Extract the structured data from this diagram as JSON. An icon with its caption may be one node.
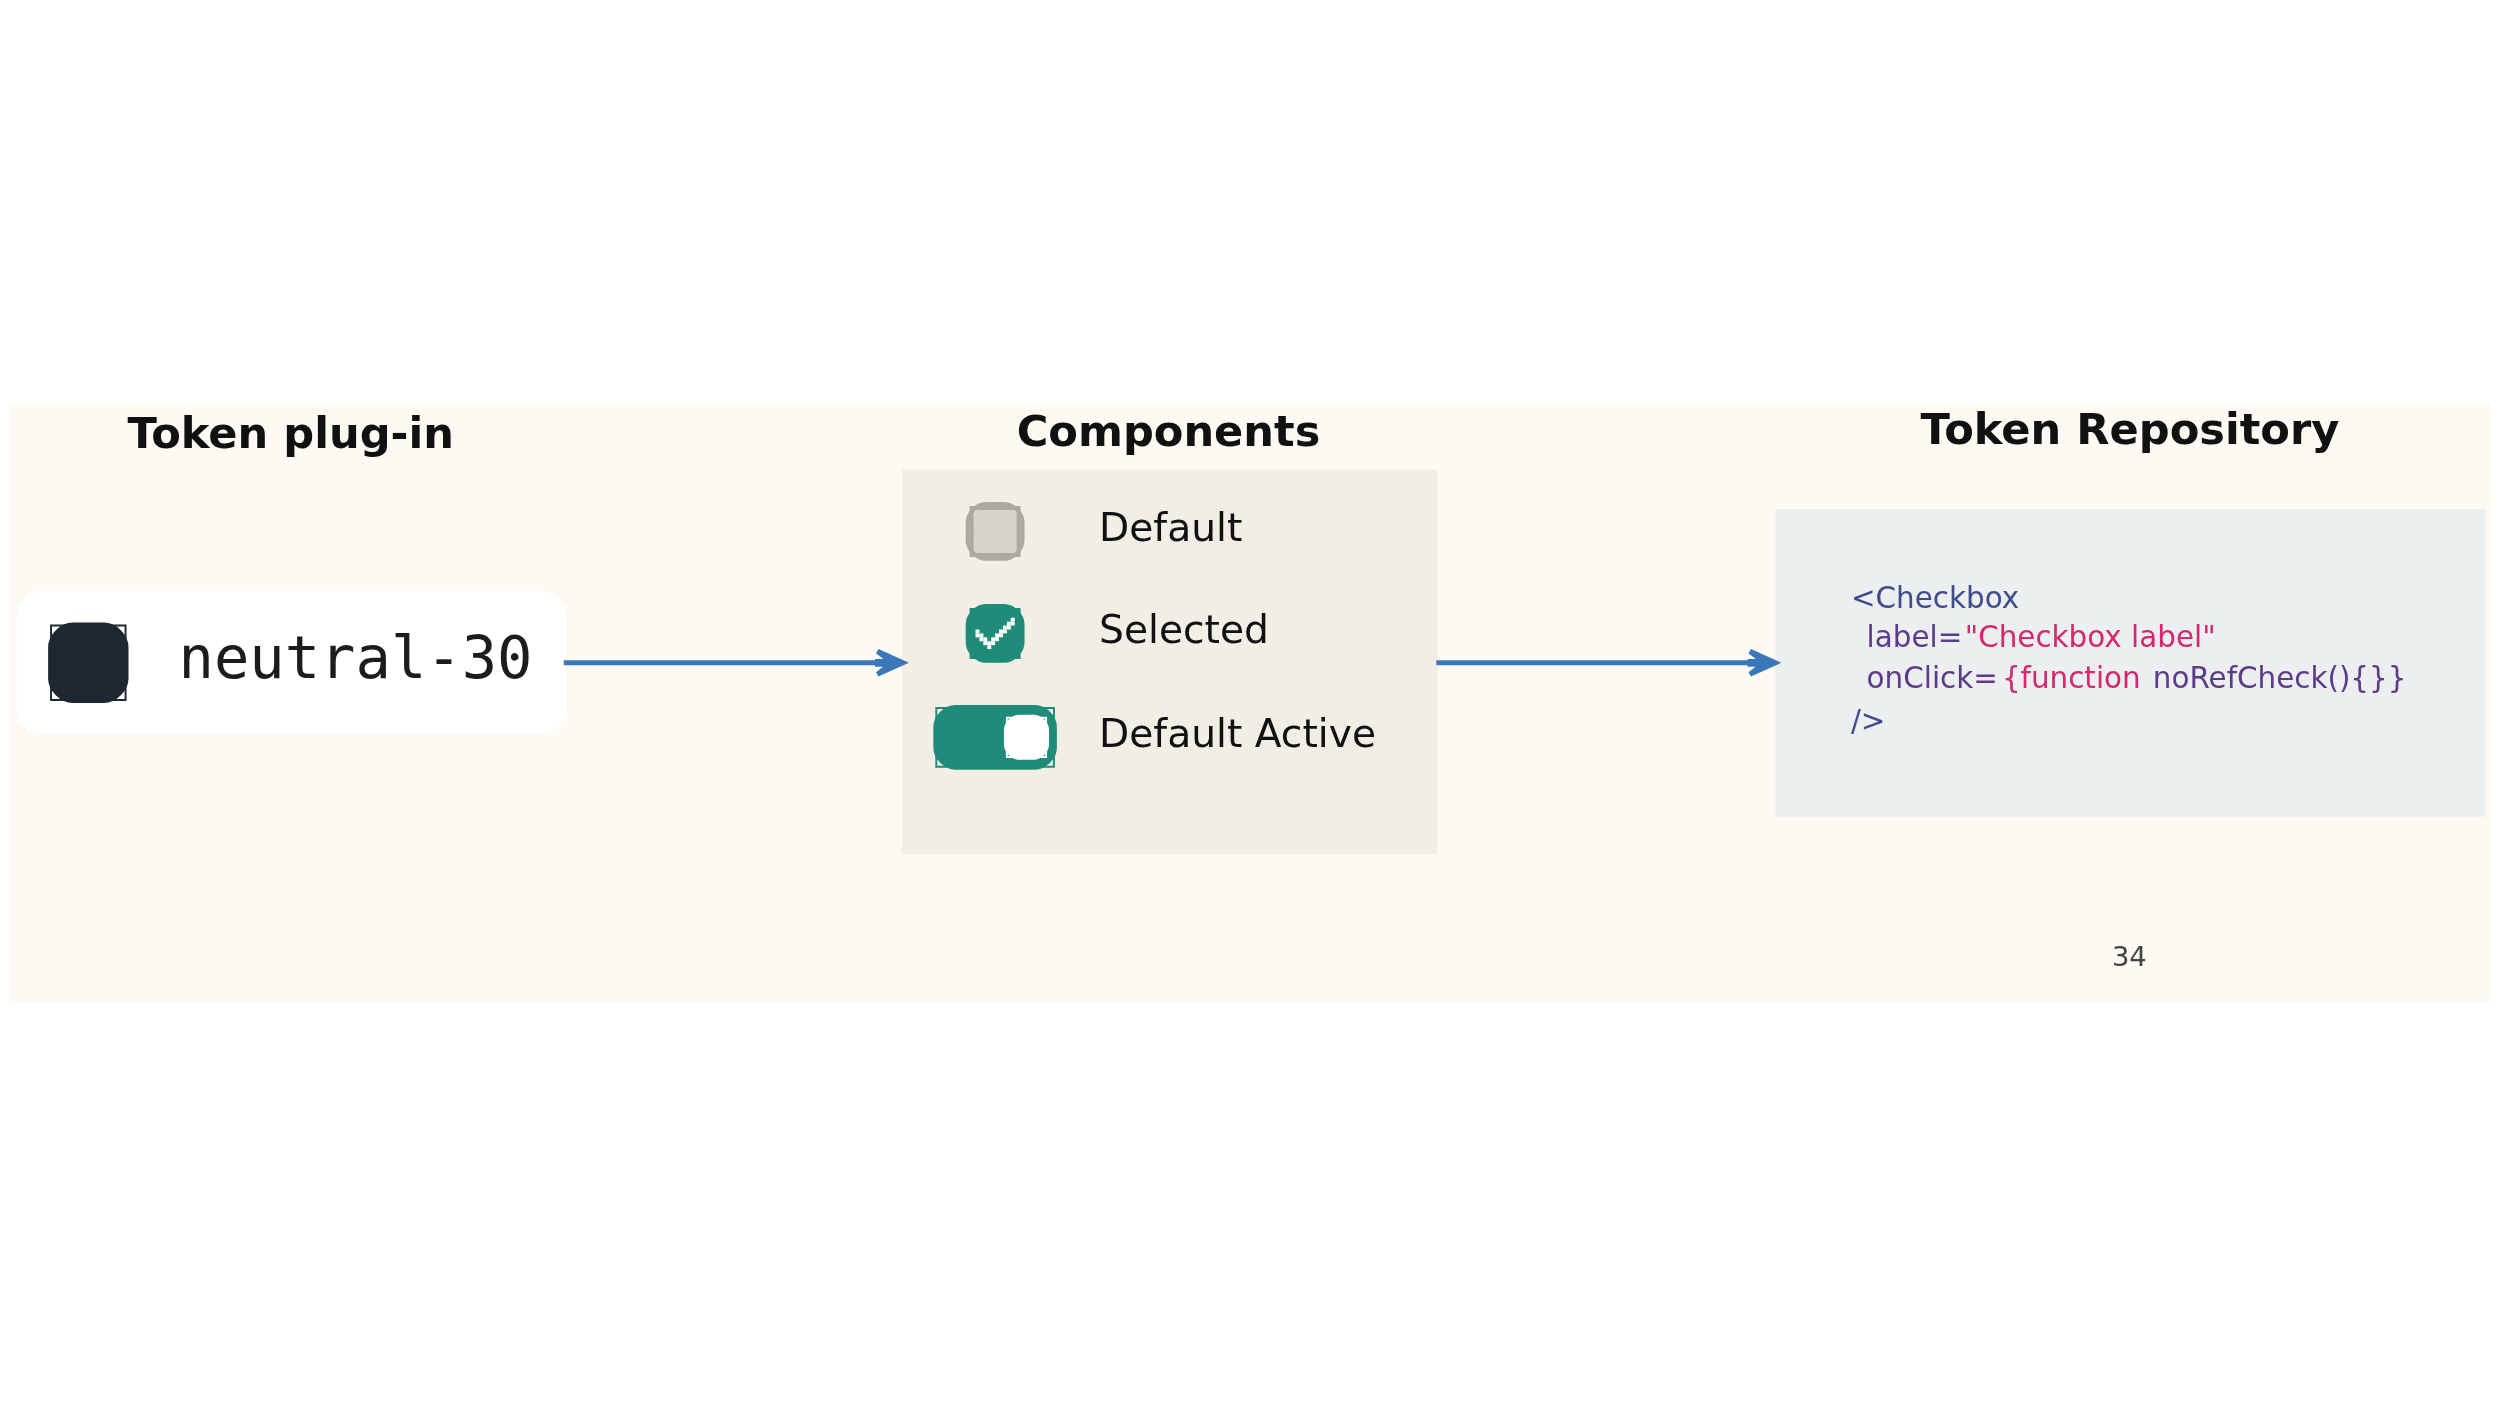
{
  "diagram": {
    "nodes": [
      {
        "text": [
          "Token plug-in",
          "neutral-30"
        ]
      },
      {
        "text": [
          "Components",
          "Default",
          "Selected",
          "Default Active"
        ]
      },
      {
        "text": [
          "Token Repository",
          "<Checkbox",
          "label=\"Checkbox label\"",
          "onClick={function noRefCheck(){}}",
          "/>"
        ]
      }
    ],
    "edges": [
      {
        "from": 0,
        "to": 1,
        "arrow": "to"
      },
      {
        "from": 1,
        "to": 2,
        "arrow": "to"
      }
    ],
    "labels": [
      "34"
    ]
  }
}
